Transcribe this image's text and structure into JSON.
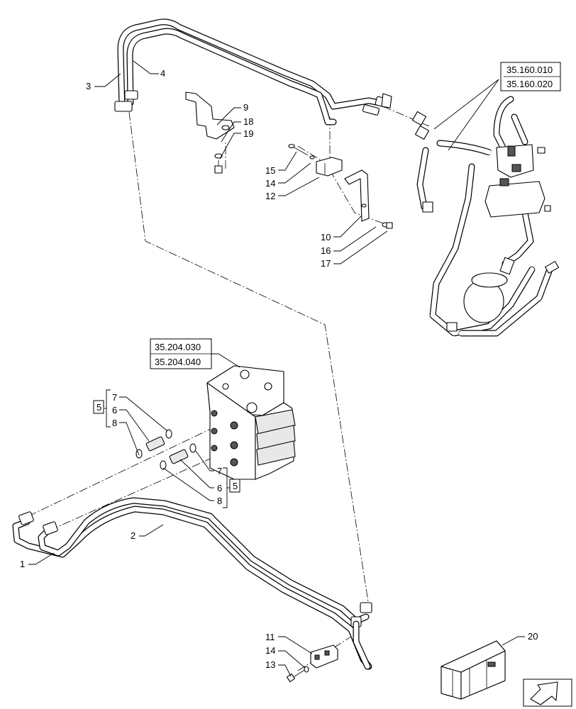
{
  "references": {
    "top_right": [
      "35.160.010",
      "35.160.020"
    ],
    "valve": [
      "35.204.030",
      "35.204.040"
    ]
  },
  "callouts": {
    "c1": "1",
    "c2": "2",
    "c3": "3",
    "c4": "4",
    "c9": "9",
    "c18": "18",
    "c19": "19",
    "c15": "15",
    "c14a": "14",
    "c12": "12",
    "c10": "10",
    "c16": "16",
    "c17": "17",
    "c7a": "7",
    "c6a": "6",
    "c8a": "8",
    "c5a": "5",
    "c7b": "7",
    "c6b": "6",
    "c8b": "8",
    "c5b": "5",
    "c11": "11",
    "c14b": "14",
    "c13": "13",
    "c20": "20"
  }
}
